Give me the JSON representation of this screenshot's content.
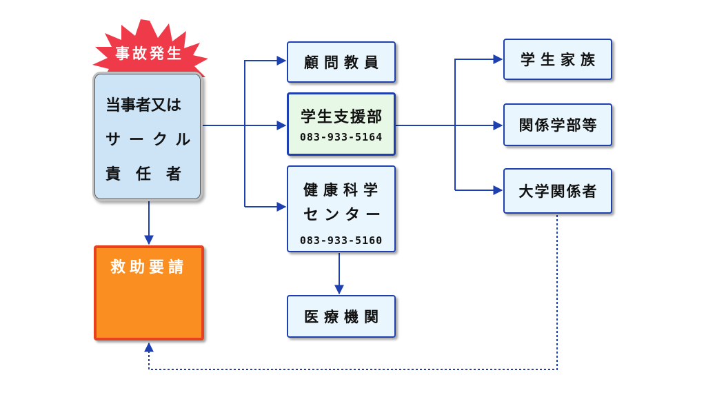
{
  "accident": {
    "label": "事故発生"
  },
  "party": {
    "line1": "当事者又は",
    "line2": "サークル",
    "line3": "責　任　者"
  },
  "rescue": {
    "label": "救助要請"
  },
  "nodes": {
    "advisor": {
      "label": "顧問教員"
    },
    "student_support": {
      "label": "学生支援部",
      "phone": "083-933-5164"
    },
    "health_center": {
      "label1": "健康科学",
      "label2": "センター",
      "phone": "083-933-5160"
    },
    "medical": {
      "label": "医療機関"
    },
    "family": {
      "label": "学生家族"
    },
    "faculty": {
      "label": "関係学部等"
    },
    "university": {
      "label": "大学関係者"
    }
  },
  "colors": {
    "arrow": "#1e3fb0",
    "box_border": "#1e3fb0",
    "box_fill": "#e9f6fd",
    "support_fill": "#e8f8e6",
    "burst": "#ef3a4a",
    "rescue_fill": "#fb8e20",
    "rescue_border": "#e7421e"
  }
}
